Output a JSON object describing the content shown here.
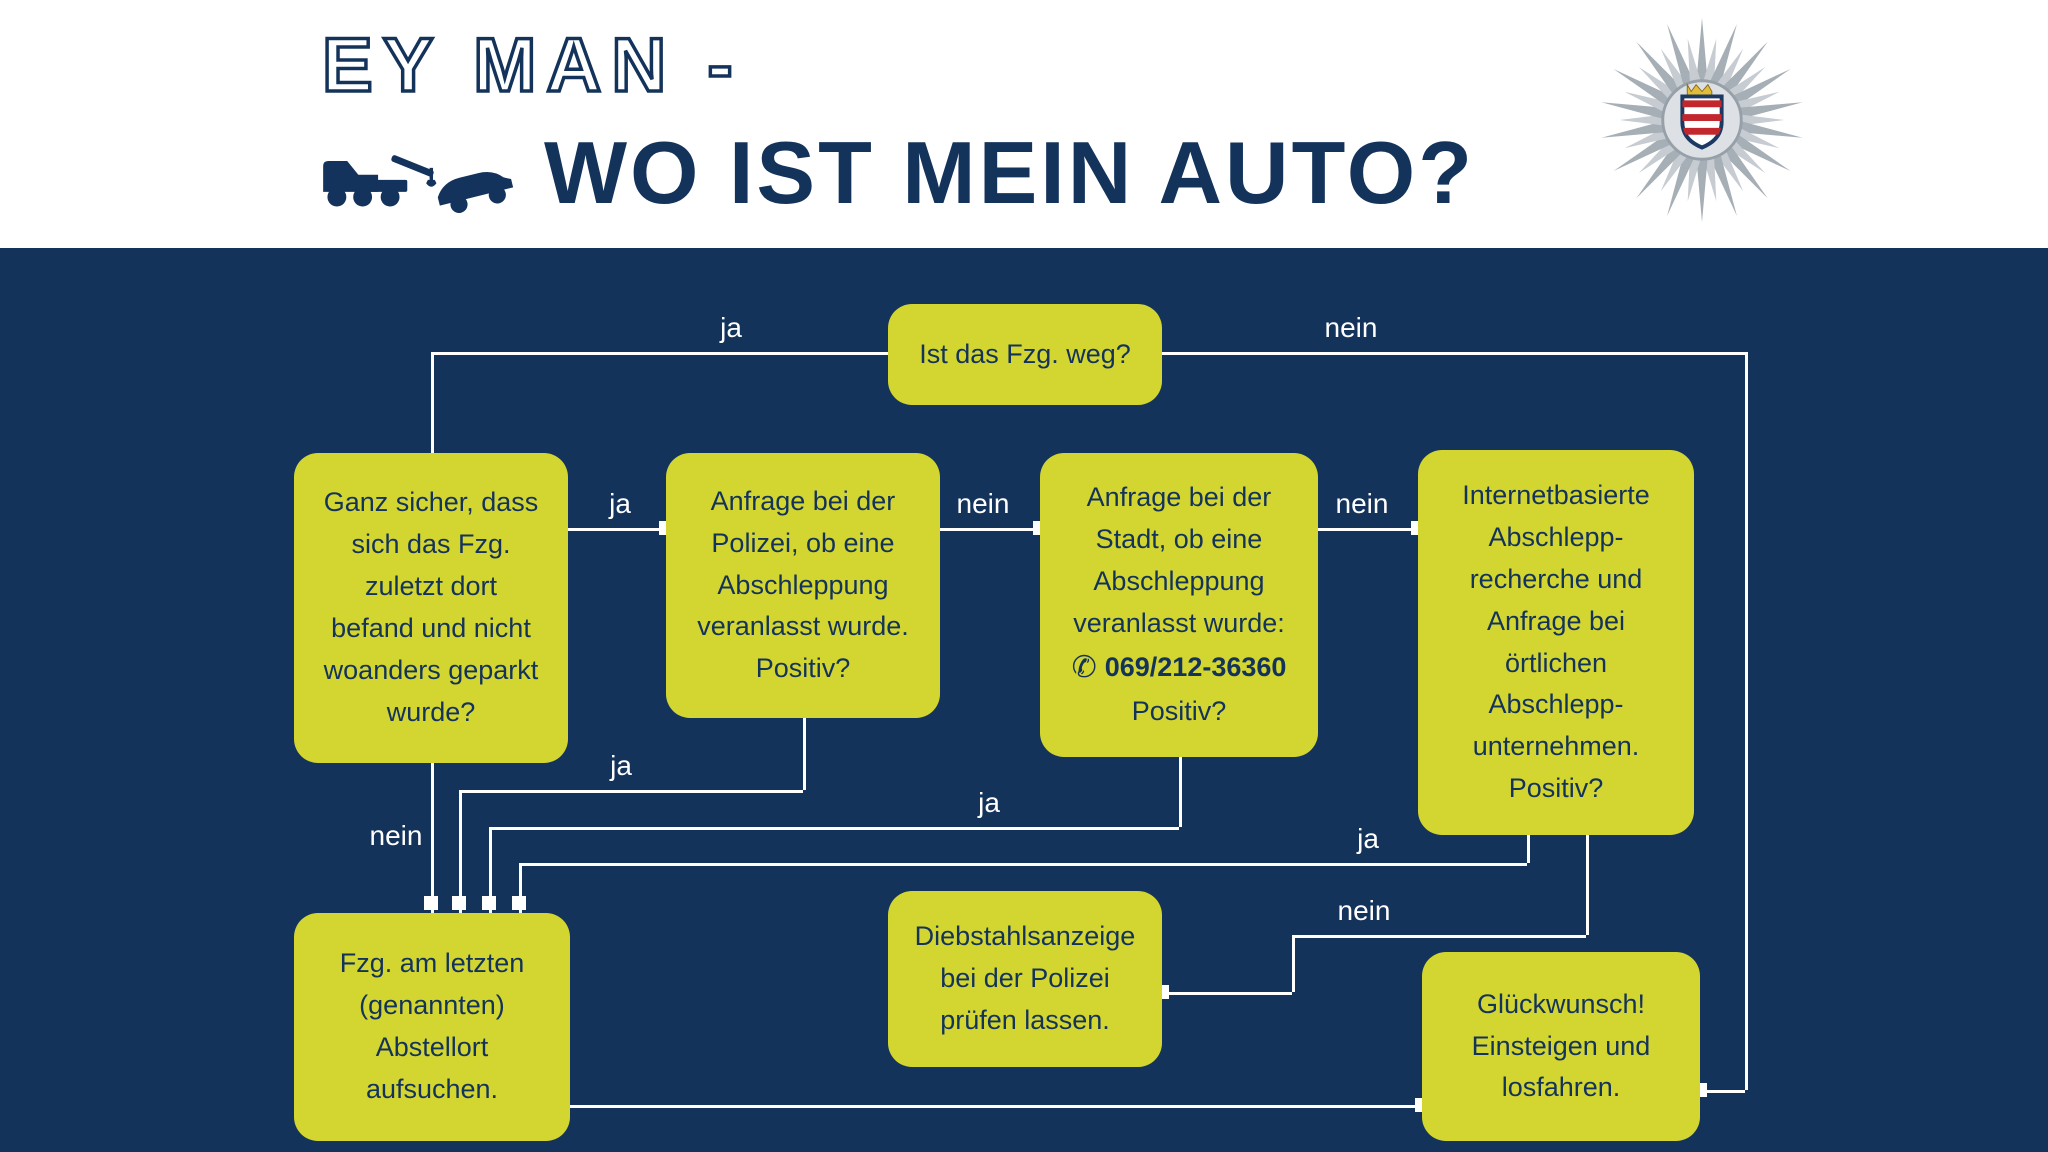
{
  "header": {
    "title_line1": "EY MAN -",
    "title_line2": "WO IST MEIN AUTO?"
  },
  "icons": {
    "phone": "✆",
    "tow_truck": "tow-truck-icon",
    "police_badge": "hessen-police-badge-icon"
  },
  "colors": {
    "background": "#14335B",
    "node_fill": "#D3D531",
    "node_text": "#14335B",
    "connector": "#FFFFFF",
    "title": "#14335B"
  },
  "flowchart": {
    "nodes": {
      "start": {
        "text": "Ist das Fzg. weg?"
      },
      "sure": {
        "text": "Ganz sicher, dass\nsich das Fzg.\nzuletzt dort\nbefand und nicht\nwoanders geparkt\nwurde?"
      },
      "police": {
        "text": "Anfrage bei der\nPolizei, ob eine\nAbschleppung\nveranlasst wurde.\nPositiv?"
      },
      "city": {
        "text": "Anfrage bei der\nStadt, ob eine\nAbschleppung\nveranlasst wurde:",
        "phone": "069/212-36360",
        "question": "Positiv?"
      },
      "internet": {
        "text": "Internetbasierte\nAbschlepp-\nrecherche und\nAnfrage bei\nörtlichen\nAbschlepp-\nunternehmen.\nPositiv?"
      },
      "last_place": {
        "text": "Fzg. am letzten\n(genannten)\nAbstellort\naufsuchen."
      },
      "theft_report": {
        "text": "Diebstahlsanzeige\nbei der Polizei\nprüfen lassen."
      },
      "congrats": {
        "text": "Glückwunsch!\nEinsteigen und\nlosfahren."
      }
    },
    "edge_labels": {
      "start_ja": "ja",
      "start_nein": "nein",
      "sure_ja": "ja",
      "sure_nein": "nein",
      "police_nein": "nein",
      "police_ja": "ja",
      "city_nein": "nein",
      "city_ja": "ja",
      "internet_ja": "ja",
      "internet_nein": "nein"
    }
  }
}
